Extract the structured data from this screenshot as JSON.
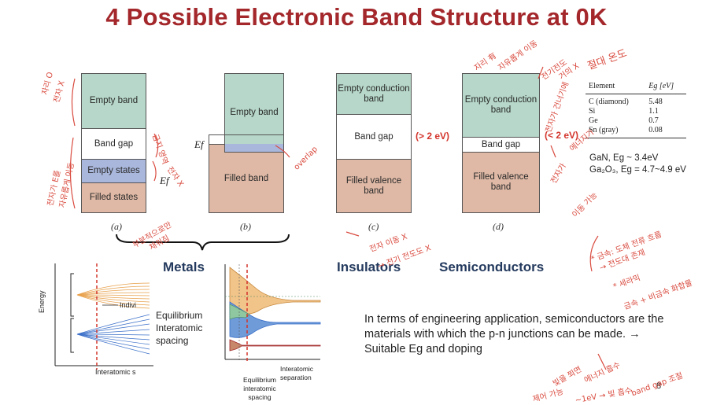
{
  "title": "4 Possible Electronic Band Structure at 0K",
  "diagrams": {
    "a": {
      "caption": "(a)",
      "empty": "Empty band",
      "gap": "Band gap",
      "empty_states": "Empty states",
      "filled_states": "Filled states",
      "ef": "Ef"
    },
    "b": {
      "caption": "(b)",
      "empty": "Empty band",
      "filled": "Filled band",
      "ef": "Ef"
    },
    "c": {
      "caption": "(c)",
      "empty": "Empty conduction band",
      "gap": "Band gap",
      "filled": "Filled valence band",
      "gap_note": "(> 2 eV)"
    },
    "d": {
      "caption": "(d)",
      "empty": "Empty conduction band",
      "gap": "Band gap",
      "filled": "Filled valence band",
      "gap_note": "(< 2 eV)"
    }
  },
  "eg_table": {
    "header": [
      "Element",
      "Eg [eV]"
    ],
    "rows": [
      [
        "C (diamond)",
        "5.48"
      ],
      [
        "Si",
        "1.1"
      ],
      [
        "Ge",
        "0.7"
      ],
      [
        "Sn (gray)",
        "0.08"
      ]
    ]
  },
  "compounds": {
    "gan": "GaN, Eg ~ 3.4eV",
    "ga2o3": "Ga₂O₃, Eg = 4.7~4.9 eV"
  },
  "labels": {
    "metals": "Metals",
    "insulators": "Insulators",
    "semiconductors": "Semiconductors"
  },
  "lower_left": {
    "energy": "Energy",
    "individual": "Indivi",
    "x_axis": "Interatomic s"
  },
  "equilibrium": "Equilibrium Interatomic spacing",
  "lower_middle": {
    "equil": "Equilibrium interatomic spacing",
    "sep": "Interatomic separation"
  },
  "paragraph": "In terms of engineering application, semiconductors are the materials with which the p-n junctions can be made. → Suitable Eg and doping",
  "page_number": "8",
  "annotations": {
    "a1": "자리 O",
    "a2": "전자 X",
    "a3": "전자가 E를",
    "a4": "자유롭게 이동",
    "a5": "부분적으로만",
    "a6": "채워짐",
    "a7": "금지 영역",
    "a8": "전자 X",
    "b1": "overlap",
    "c1": "전자 이동 X",
    "c2": "→ 전기 전도도 X",
    "d1": "자리 有",
    "d2": "자유롭게 이동",
    "d3": "전기전도",
    "d4": "거의 X",
    "d5": "절대 온도",
    "d6": "전자가 건너기에",
    "d7": "에너지가",
    "d8": "전자가",
    "d9": "이동 가능",
    "r1": "* 금속: 도체 전류 흐름",
    "r2": "→ 전도대 존재",
    "r3": "* 세라믹",
    "r4": "금속 + 비금속 화합물",
    "b_1": "빛을 쬐면",
    "b_2": "에너지 흡수",
    "b_3": "제어 가능",
    "b_4": "~1eV → 빛 흡수",
    "b_5": "band gap 조절"
  }
}
